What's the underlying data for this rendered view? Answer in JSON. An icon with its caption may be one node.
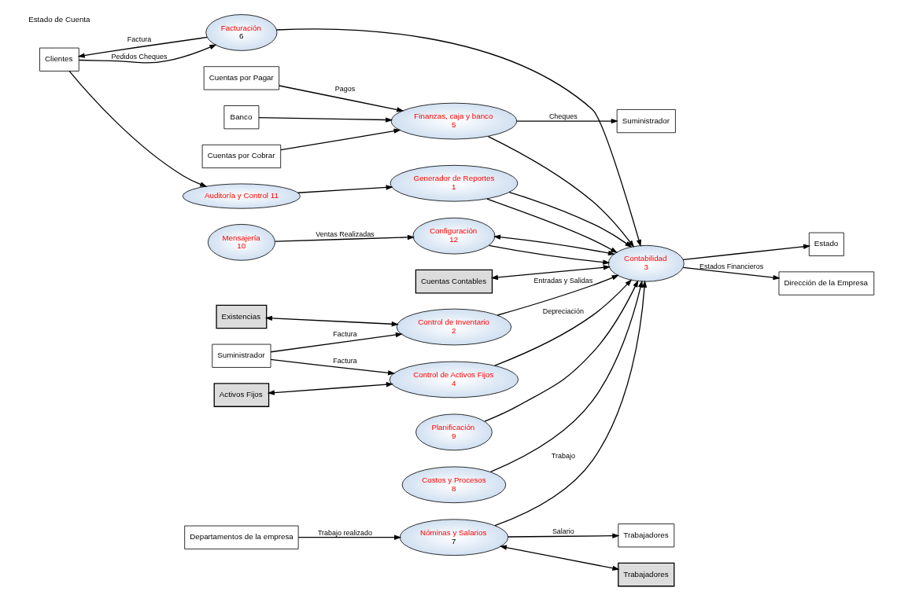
{
  "diagram": {
    "nodes": [
      {
        "text": [
          "Clientes"
        ]
      },
      {
        "text": [
          "Planificación",
          "9"
        ]
      },
      {
        "text": [
          "Auditoría y Control 11"
        ]
      },
      {
        "text": [
          "Costos y Procesos",
          "8"
        ]
      },
      {
        "text": [
          "Cuentas por Cobrar"
        ]
      },
      {
        "text": [
          "Cuentas por Pagar"
        ]
      },
      {
        "text": [
          "Facturación",
          "6"
        ]
      },
      {
        "text": [
          "Generador de Reportes",
          "1"
        ]
      },
      {
        "text": [
          "Finanzas, caja y banco",
          "5"
        ]
      },
      {
        "text": [
          "Suministrador"
        ]
      },
      {
        "text": [
          "Banco"
        ]
      },
      {
        "text": [
          "Mensajería",
          "10"
        ]
      },
      {
        "text": [
          "Existencias"
        ]
      },
      {
        "text": [
          "Configuración",
          "12"
        ]
      },
      {
        "text": [
          "Suministrador"
        ]
      },
      {
        "text": [
          "Cuentas Contables"
        ]
      },
      {
        "text": [
          "Contabilidad",
          "3"
        ]
      },
      {
        "text": [
          "Control de Inventario",
          "2"
        ]
      },
      {
        "text": [
          "Estado"
        ]
      },
      {
        "text": [
          "Dirección de la Empresa"
        ]
      },
      {
        "text": [
          "Control de Activos Fijos",
          "4"
        ]
      },
      {
        "text": [
          "Activos Fijos"
        ]
      },
      {
        "text": [
          "Nóminas y Salarios",
          "7"
        ]
      },
      {
        "text": [
          "Trabajadores"
        ]
      },
      {
        "text": [
          "Departamentos de la empresa"
        ]
      },
      {
        "text": [
          "Trabajadores"
        ]
      }
    ],
    "edges": [
      {
        "from": 0,
        "to": 2,
        "arrow": "to"
      },
      {
        "from": 2,
        "to": 7,
        "arrow": "to"
      },
      {
        "from": 6,
        "to": 0,
        "arrow": "to",
        "label": "Factura"
      },
      {
        "from": 0,
        "to": 6,
        "arrow": "to",
        "label": "Pedidos Cheques"
      },
      {
        "from": 1,
        "to": 16,
        "arrow": "to"
      },
      {
        "from": 6,
        "to": 16,
        "arrow": "to"
      },
      {
        "from": 3,
        "to": 16,
        "arrow": "to"
      },
      {
        "from": 7,
        "to": 16,
        "arrow": "to"
      },
      {
        "from": 7,
        "to": 16,
        "arrow": "to"
      },
      {
        "from": 8,
        "to": 16,
        "arrow": "to"
      },
      {
        "from": 4,
        "to": 8,
        "arrow": "to"
      },
      {
        "from": 5,
        "to": 8,
        "arrow": "to",
        "label": "Pagos"
      },
      {
        "from": 8,
        "to": 9,
        "arrow": "to",
        "label": "Cheques"
      },
      {
        "from": 10,
        "to": 8,
        "arrow": "to"
      },
      {
        "from": 11,
        "to": 13,
        "arrow": "to",
        "label": "Ventas Realizadas"
      },
      {
        "from": 13,
        "to": 16,
        "arrow": "to"
      },
      {
        "from": 13,
        "to": 16,
        "arrow": "both"
      },
      {
        "from": 12,
        "to": 17,
        "arrow": "both"
      },
      {
        "from": 14,
        "to": 17,
        "arrow": "to",
        "label": "Factura"
      },
      {
        "from": 14,
        "to": 20,
        "arrow": "to",
        "label": "Factura"
      },
      {
        "from": 17,
        "to": 16,
        "arrow": "to",
        "label": "Entradas y Salidas"
      },
      {
        "from": 15,
        "to": 16,
        "arrow": "both"
      },
      {
        "from": 16,
        "to": 18,
        "arrow": "to"
      },
      {
        "from": 16,
        "to": 19,
        "arrow": "to",
        "label": "Estados Financieros"
      },
      {
        "from": 20,
        "to": 16,
        "arrow": "to",
        "label": "Depreciación"
      },
      {
        "from": 21,
        "to": 20,
        "arrow": "both"
      },
      {
        "from": 22,
        "to": 16,
        "arrow": "to",
        "label": "Trabajo"
      },
      {
        "from": 22,
        "to": 23,
        "arrow": "to",
        "label": "Salario"
      },
      {
        "from": 22,
        "to": 25,
        "arrow": "both"
      },
      {
        "from": 24,
        "to": 22,
        "arrow": "to",
        "label": "Trabajo realizado"
      }
    ],
    "labels": [
      "Estado de Cuenta"
    ]
  }
}
